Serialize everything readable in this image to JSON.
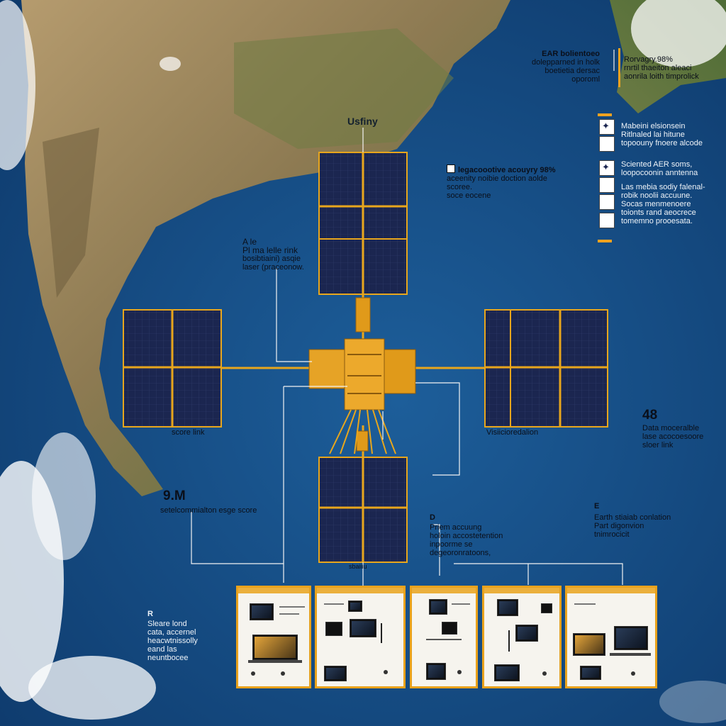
{
  "labels": {
    "top_right_block": [
      "EAR bolientoeo",
      "dolepparned in holk",
      "boetietia dersac",
      "oporoml"
    ],
    "top_right_block_b": [
      "Rorvagry.98%",
      "rnrtil thaeiton aleaci",
      "aonrila loith timprolick"
    ],
    "center_top": "Usfiny",
    "legend_item_1": [
      "Mabeini elsionsein",
      "Ritlnaled lai hitune",
      "topoouny fnoere alcode"
    ],
    "accuracy_block": [
      "legacoootive acouyry 98%",
      "aceenity noibie doction aolde",
      "scoree.",
      "soce eocene"
    ],
    "legend_item_2": [
      "Sciented AER soms,",
      "loopocoonin anntenna"
    ],
    "legend_item_3": [
      "Las mebia sodiy falenal-",
      "robik noolii accuune.",
      "Socas menmenoere",
      "toionts rand aeocrece",
      "tomemno prooesata."
    ],
    "left_block": [
      "A le",
      "Pl ma lelle rink",
      "bosibtiaini) asqie",
      "laser (praceonow."
    ],
    "solar_left": "score  link",
    "solar_right": "Visiicioredalion",
    "right_number": "48",
    "right_number_text": [
      "Data moceralble",
      "lase acocoesoore",
      "sloer link"
    ],
    "big_number": "9.M",
    "big_number_text": "setelcommialton esge score",
    "mid_marker": "D",
    "mid_block": [
      "Priem accuung",
      "holoin accostetention",
      "inpoorme se",
      "degeoronratoons,"
    ],
    "right_marker": "E",
    "right_block": [
      "Earth stiaiab conlation",
      "Part digonvion",
      "tnimrocicit"
    ],
    "satellite_bottom": "sbaiiiu",
    "bottom_left_marker": "R",
    "bottom_left_block": [
      "Sleare lond",
      "cata, accernel",
      "heacwtnissolly",
      "eand las",
      "neuntbocee"
    ]
  },
  "colors": {
    "ocean_deep": "#0f3f73",
    "ocean": "#1a5a96",
    "land_green": "#4e6b34",
    "land_tan": "#a88f62",
    "solar_panel": "#1b2650",
    "frame_gold": "#e8a61c",
    "bus_gold": "#e19b1c",
    "wire": "#f3f3f3"
  },
  "icons": [
    "compass-icon",
    "satellite-bus-icon",
    "solar-array-icon",
    "monitor-icon",
    "laptop-icon"
  ]
}
